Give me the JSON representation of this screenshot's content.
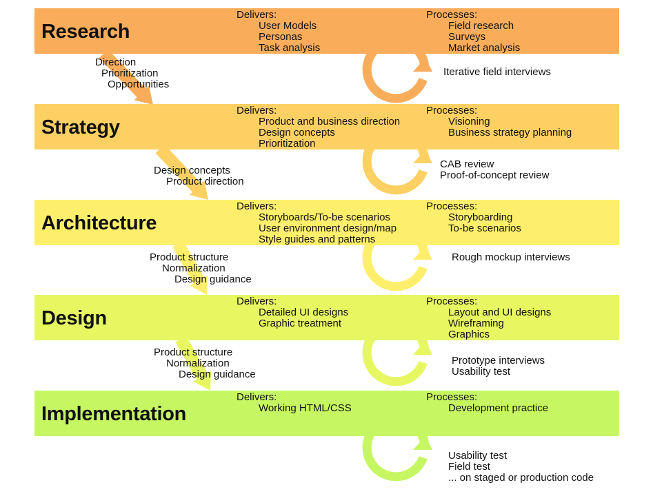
{
  "phases": [
    {
      "title": "Research",
      "color": "#f9ad5b",
      "delivers_heading": "Delivers:",
      "delivers": [
        "User Models",
        "Personas",
        "Task analysis"
      ],
      "processes_heading": "Processes:",
      "processes": [
        "Field research",
        "Surveys",
        "Market analysis"
      ],
      "cycle_color": "#f9ad5b",
      "cycle_text": [
        "Iterative field interviews"
      ]
    },
    {
      "title": "Strategy",
      "color": "#fcd062",
      "delivers_heading": "Delivers:",
      "delivers": [
        "Product and business direction",
        "Design concepts",
        "Prioritization"
      ],
      "processes_heading": "Processes:",
      "processes": [
        "Visioning",
        "Business strategy planning"
      ],
      "cycle_color": "#fcd062",
      "cycle_text": [
        "CAB review",
        "Proof-of-concept review"
      ]
    },
    {
      "title": "Architecture",
      "color": "#fdef6b",
      "delivers_heading": "Delivers:",
      "delivers": [
        "Storyboards/To-be scenarios",
        "User environment design/map",
        "Style guides and patterns"
      ],
      "processes_heading": "Processes:",
      "processes": [
        "Storyboarding",
        "To-be scenarios"
      ],
      "cycle_color": "#fdef6b",
      "cycle_text": [
        "Rough mockup interviews"
      ]
    },
    {
      "title": "Design",
      "color": "#e6f762",
      "delivers_heading": "Delivers:",
      "delivers": [
        "Detailed UI designs",
        "Graphic treatment"
      ],
      "processes_heading": "Processes:",
      "processes": [
        "Layout and UI designs",
        "Wireframing",
        "Graphics"
      ],
      "cycle_color": "#e6f762",
      "cycle_text": [
        "Prototype interviews",
        "Usability test"
      ]
    },
    {
      "title": "Implementation",
      "color": "#c6f763",
      "delivers_heading": "Delivers:",
      "delivers": [
        "Working HTML/CSS"
      ],
      "processes_heading": "Processes:",
      "processes": [
        "Development practice"
      ],
      "cycle_color": "#c6f763",
      "cycle_text": [
        "Usability test",
        "Field test",
        "... on staged or production code"
      ]
    }
  ],
  "transitions": [
    {
      "color": "#f9ad5b",
      "lines": [
        "Direction",
        "Prioritization",
        "Opportunities"
      ]
    },
    {
      "color": "#fcd062",
      "lines": [
        "Design concepts",
        "Product direction"
      ]
    },
    {
      "color": "#fdef6b",
      "lines": [
        "Product structure",
        "Normalization",
        "Design guidance"
      ]
    },
    {
      "color": "#e6f762",
      "lines": [
        "Product structure",
        "Normalization",
        "Design guidance"
      ]
    }
  ]
}
